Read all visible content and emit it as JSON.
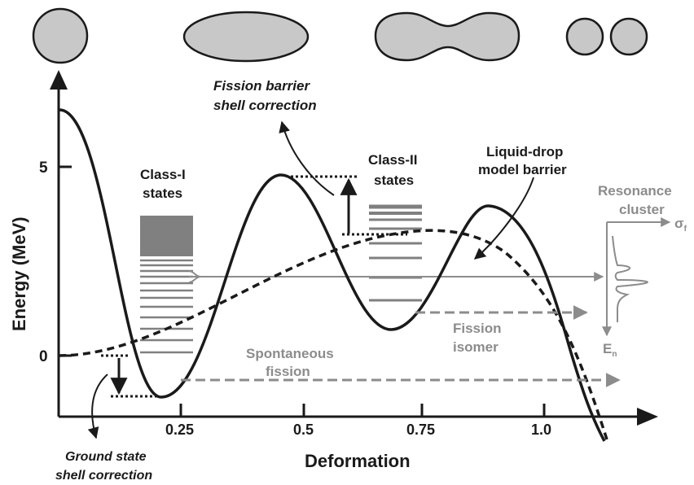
{
  "axes": {
    "y_label": "Energy (MeV)",
    "x_label": "Deformation",
    "y_ticks": [
      "5",
      "0"
    ],
    "x_ticks": [
      "0.25",
      "0.5",
      "0.75",
      "1.0"
    ]
  },
  "labels": {
    "fission_barrier_line1": "Fission barrier",
    "fission_barrier_line2": "shell correction",
    "class1_line1": "Class-I",
    "class1_line2": "states",
    "class2_line1": "Class-II",
    "class2_line2": "states",
    "liquid_drop_line1": "Liquid-drop",
    "liquid_drop_line2": "model barrier",
    "resonance_line1": "Resonance",
    "resonance_line2": "cluster",
    "sigma": "σ",
    "sigma_sub": "f",
    "en": "E",
    "en_sub": "n",
    "fission_isomer_line1": "Fission",
    "fission_isomer_line2": "isomer",
    "spontaneous_line1": "Spontaneous",
    "spontaneous_line2": "fission",
    "ground_line1": "Ground state",
    "ground_line2": "shell correction"
  },
  "shapes": [
    "sphere",
    "ellipsoid",
    "necked",
    "two-fragments"
  ],
  "colors": {
    "curve": "#1a1a1a",
    "grey": "#8c8c8c",
    "shape_fill": "#c8c8c8",
    "band": "#808080"
  }
}
